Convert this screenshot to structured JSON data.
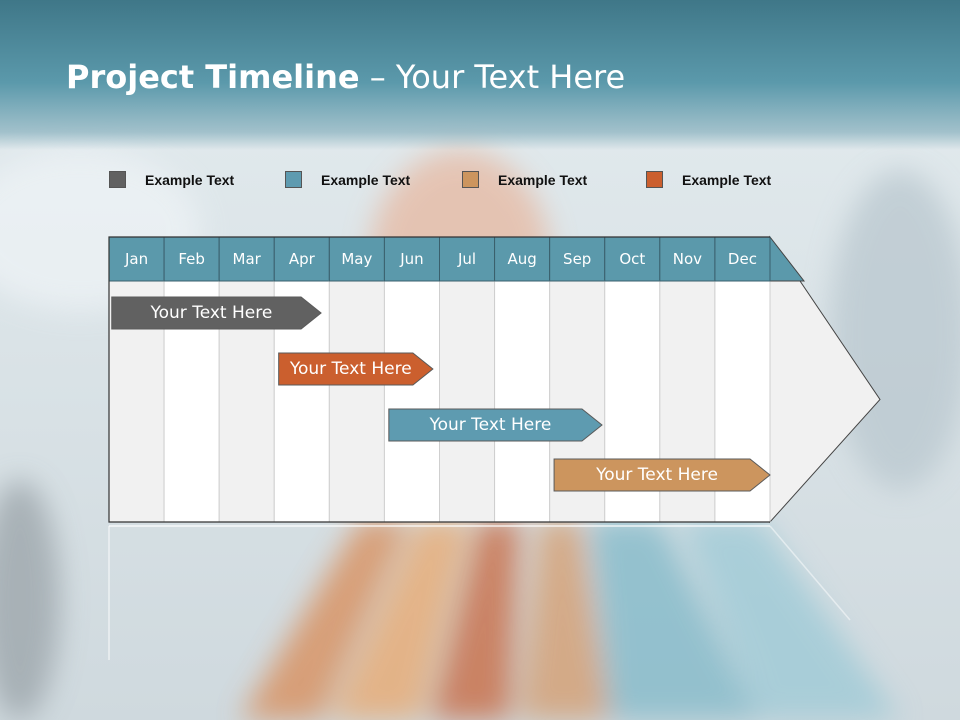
{
  "title": {
    "bold": "Project Timeline",
    "rest": " – Your Text Here"
  },
  "colors": {
    "header": "#5b99ab",
    "gray": "#616161",
    "blue": "#5e9bb0",
    "tan": "#cc955e",
    "orange": "#cb5f2e",
    "column_alt": "#f1f1f1",
    "column": "#ffffff"
  },
  "legend": [
    {
      "label": "Example Text",
      "color": "#616161"
    },
    {
      "label": "Example Text",
      "color": "#5e9bb0"
    },
    {
      "label": "Example Text",
      "color": "#cc955e"
    },
    {
      "label": "Example Text",
      "color": "#cb5f2e"
    }
  ],
  "chart_data": {
    "type": "gantt",
    "months": [
      "Jan",
      "Feb",
      "Mar",
      "Apr",
      "May",
      "Jun",
      "Jul",
      "Aug",
      "Sep",
      "Oct",
      "Nov",
      "Dec"
    ],
    "tasks": [
      {
        "label": "Your  Text Here",
        "start": 0.05,
        "end": 3.85,
        "color": "#616161"
      },
      {
        "label": "Your  Text Here",
        "start": 3.08,
        "end": 5.88,
        "color": "#cb5f2e"
      },
      {
        "label": "Your  Text Here",
        "start": 5.08,
        "end": 8.95,
        "color": "#5e9bb0"
      },
      {
        "label": "Your  Text Here",
        "start": 8.08,
        "end": 12.0,
        "color": "#cc955e"
      }
    ]
  }
}
